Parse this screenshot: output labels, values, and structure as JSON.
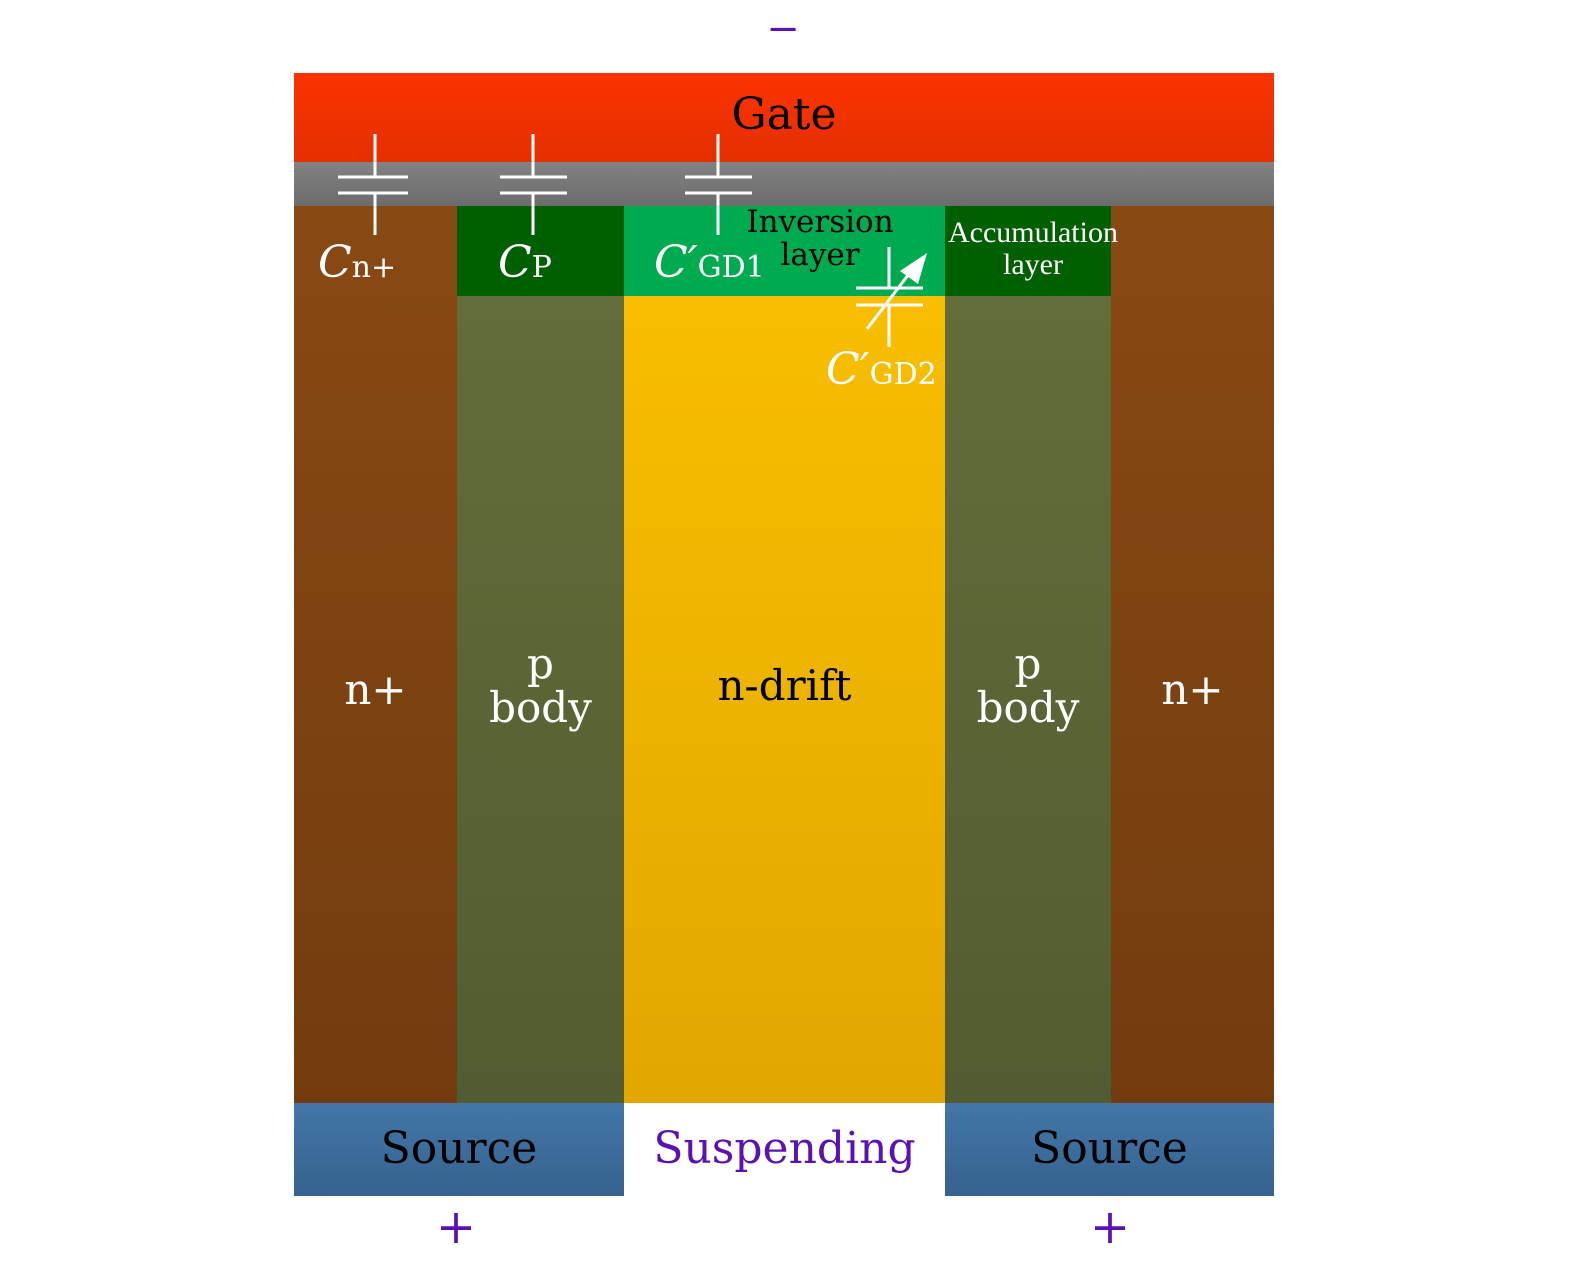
{
  "terminals": {
    "gate_sign": "−",
    "source_left_sign": "+",
    "source_right_sign": "+"
  },
  "regions": {
    "gate": "Gate",
    "n_plus_left": "n+",
    "p_body_left": [
      "p",
      "body"
    ],
    "n_drift": "n-drift",
    "p_body_right": [
      "p",
      "body"
    ],
    "n_plus_right": "n+",
    "inversion_layer": [
      "Inversion",
      "layer"
    ],
    "accumulation_layer": [
      "Accumulation",
      "layer"
    ],
    "source_left": "Source",
    "suspending": "Suspending",
    "source_right": "Source"
  },
  "capacitors": {
    "cn": {
      "symbol": "C",
      "sub": "n+"
    },
    "cp": {
      "symbol": "C",
      "sub": "P"
    },
    "cgd1": {
      "symbol": "C′",
      "sub": "GD1"
    },
    "cgd2": {
      "symbol": "C′",
      "sub": "GD2"
    }
  },
  "colors": {
    "gate": "#fb3300",
    "oxide": "#808080",
    "n_plus": "#894913",
    "p_body": "#63703a",
    "n_drift": "#fbc000",
    "inversion": "#00ab50",
    "accumulation": "#005f00",
    "source": "#4377a8",
    "terminal": "#5a12b4"
  }
}
